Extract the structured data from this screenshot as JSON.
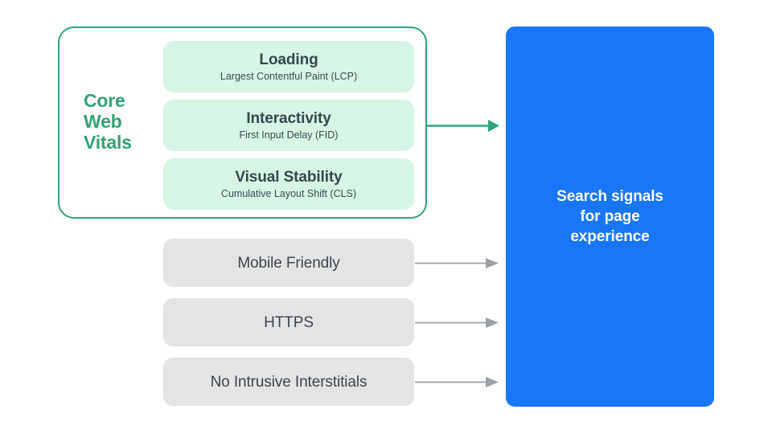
{
  "diagram": {
    "title": "Search signals for page experience",
    "background_color": "#ffffff",
    "core_web_vitals": {
      "label": "Core\nWeb\nVitals",
      "label_color": "#34a174",
      "border_color": "#2ea37a",
      "metrics": [
        {
          "title": "Loading",
          "subtitle": "Largest Contentful Paint (LCP)",
          "fill_color": "#d6f5e4"
        },
        {
          "title": "Interactivity",
          "subtitle": "First Input Delay (FID)",
          "fill_color": "#d6f5e4"
        },
        {
          "title": "Visual Stability",
          "subtitle": "Cumulative Layout Shift (CLS)",
          "fill_color": "#d6f5e4"
        }
      ]
    },
    "other_signals": [
      {
        "label": "Mobile Friendly",
        "fill_color": "#e4e4e4"
      },
      {
        "label": "HTTPS",
        "fill_color": "#e4e4e4"
      },
      {
        "label": "No Intrusive Interstitials",
        "fill_color": "#e4e4e4"
      }
    ],
    "output_panel": {
      "text": "Search signals\nfor page\nexperience",
      "fill_color": "#1a76f8",
      "text_color": "#ffffff"
    },
    "connectors": [
      {
        "name": "core-web-vitals-arrow",
        "color": "#2ea37a",
        "from": "core-web-vitals-group",
        "to": "output-panel"
      },
      {
        "name": "mobile-friendly-arrow",
        "color": "#9aa0a6",
        "from": "mobile-friendly-box",
        "to": "output-panel"
      },
      {
        "name": "https-arrow",
        "color": "#9aa0a6",
        "from": "https-box",
        "to": "output-panel"
      },
      {
        "name": "no-intrusive-interstitials-arrow",
        "color": "#9aa0a6",
        "from": "no-intrusive-interstitials-box",
        "to": "output-panel"
      }
    ]
  }
}
